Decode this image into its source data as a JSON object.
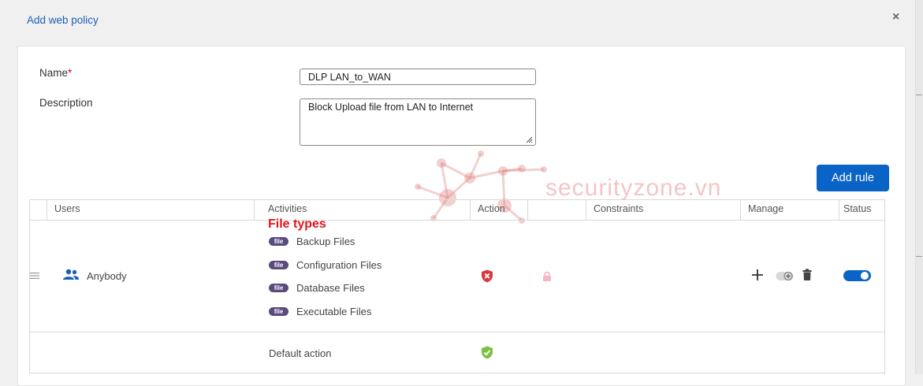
{
  "dialog": {
    "title": "Add web policy",
    "close_label": "×"
  },
  "form": {
    "name_label": "Name",
    "required_mark": "*",
    "name_value": "DLP LAN_to_WAN",
    "description_label": "Description",
    "description_value": "Block Upload file from LAN to Internet"
  },
  "add_rule_label": "Add rule",
  "table": {
    "headers": {
      "users": "Users",
      "activities": "Activities",
      "action": "Action",
      "constraints": "Constraints",
      "manage": "Manage",
      "status": "Status"
    },
    "rule": {
      "user": "Anybody",
      "file_chip": "file",
      "file_types": [
        "Backup Files",
        "Configuration Files",
        "Database Files",
        "Executable Files"
      ],
      "action": "block",
      "status_enabled": true
    },
    "default_row": {
      "label": "Default action",
      "action": "allow"
    }
  },
  "annotation": {
    "text": "File types",
    "color": "#e0141c"
  },
  "watermark": {
    "text": "securityzone.vn"
  },
  "colors": {
    "accent": "#0a64c8",
    "block": "#d9383e",
    "allow": "#7ac142",
    "lock": "#f2b8c6",
    "file_chip": "#5a4a7e"
  },
  "icons": [
    "close-icon",
    "resize-grip-icon",
    "drag-handle-icon",
    "users-group-icon",
    "block-shield-icon",
    "lock-icon",
    "allow-shield-icon",
    "plus-icon",
    "add-exception-icon",
    "trash-icon"
  ]
}
